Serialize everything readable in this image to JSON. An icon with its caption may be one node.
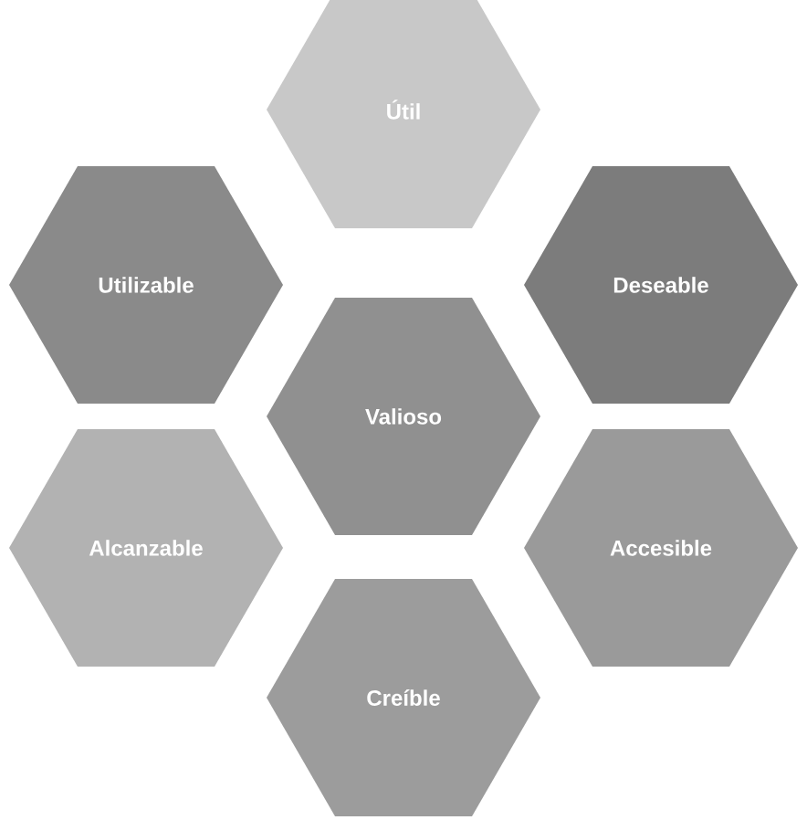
{
  "diagram": {
    "nodes": [
      {
        "text": [
          "Útil"
        ]
      },
      {
        "text": [
          "Utilizable"
        ]
      },
      {
        "text": [
          "Deseable"
        ]
      },
      {
        "text": [
          "Valioso"
        ]
      },
      {
        "text": [
          "Alcanzable"
        ]
      },
      {
        "text": [
          "Accesible"
        ]
      },
      {
        "text": [
          "Creíble"
        ]
      }
    ]
  }
}
